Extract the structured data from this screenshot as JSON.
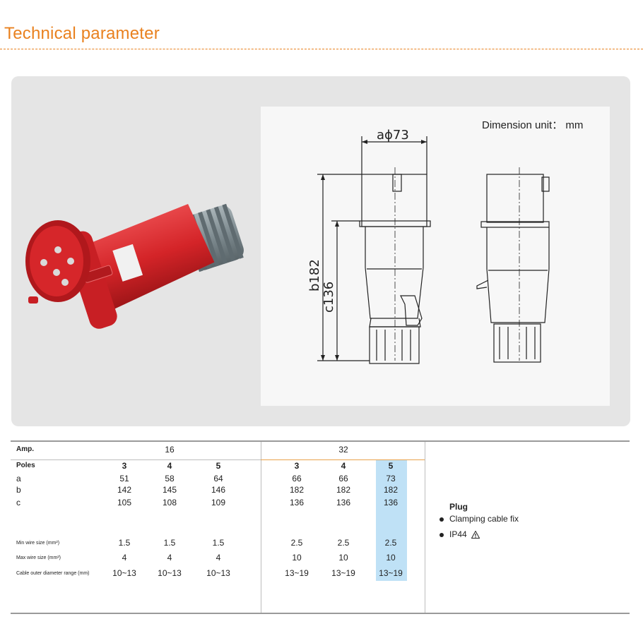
{
  "header": {
    "title": "Technical parameter"
  },
  "drawing": {
    "dimension_note": "Dimension unit： mm",
    "label_a": "aϕ73",
    "label_b": "b182",
    "label_c": "c136"
  },
  "table": {
    "amp_label": "Amp.",
    "poles_label": "Poles",
    "amp_groups": [
      "16",
      "32"
    ],
    "poles": [
      "3",
      "4",
      "5",
      "3",
      "4",
      "5"
    ],
    "rows": [
      {
        "label": "a",
        "values": [
          "51",
          "58",
          "64",
          "66",
          "66",
          "73"
        ]
      },
      {
        "label": "b",
        "values": [
          "142",
          "145",
          "146",
          "182",
          "182",
          "182"
        ]
      },
      {
        "label": "c",
        "values": [
          "105",
          "108",
          "109",
          "136",
          "136",
          "136"
        ]
      },
      {
        "label": "Min wire size (mm²)",
        "values": [
          "1.5",
          "1.5",
          "1.5",
          "2.5",
          "2.5",
          "2.5"
        ]
      },
      {
        "label": "Max wire size (mm²)",
        "values": [
          "4",
          "4",
          "4",
          "10",
          "10",
          "10"
        ]
      },
      {
        "label": "Cable outer diameter range (mm)",
        "values": [
          "10~13",
          "10~13",
          "10~13",
          "13~19",
          "13~19",
          "13~19"
        ]
      }
    ]
  },
  "features": {
    "title": "Plug",
    "items": [
      "Clamping cable fix",
      "IP44"
    ]
  },
  "colors": {
    "accent": "#e9811f",
    "highlight": "#bfe1f6",
    "plug_red": "#d8262b"
  }
}
